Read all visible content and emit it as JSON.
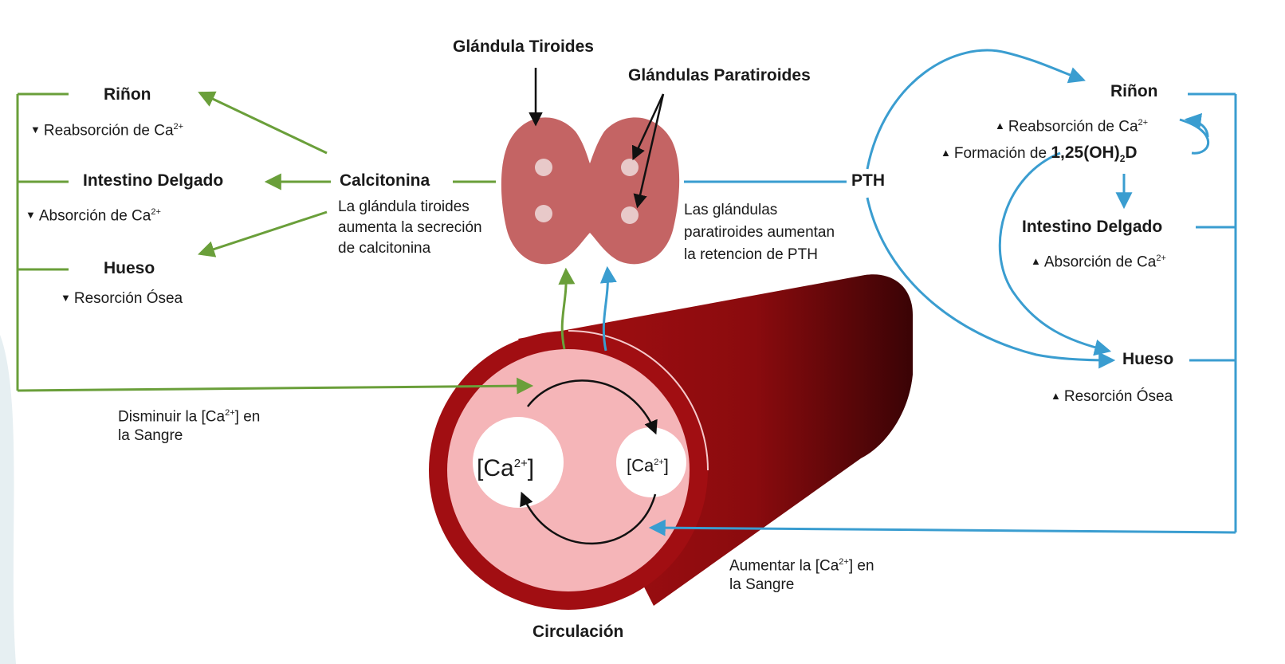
{
  "thyroid": {
    "title": "Glándula Tiroides",
    "parathyroid_title": "Glándulas Paratiroides"
  },
  "left": {
    "hormone": "Calcitonina",
    "hormone_desc": [
      "La glándula tiroides",
      "aumenta la secreción",
      "de calcitonina"
    ],
    "targets": [
      {
        "name": "Riñon",
        "effect_arrow": "▼",
        "effect": "Reabsorción de Ca",
        "effect_sup": "2+"
      },
      {
        "name": "Intestino Delgado",
        "effect_arrow": "▼",
        "effect": "Absorción de Ca",
        "effect_sup": "2+"
      },
      {
        "name": "Hueso",
        "effect_arrow": "▼",
        "effect": "Resorción Ósea",
        "effect_sup": ""
      }
    ],
    "result": [
      "Disminuir la [Ca",
      "2+",
      "] en",
      "la Sangre"
    ],
    "color": "#6a9f3a"
  },
  "right": {
    "hormone": "PTH",
    "hormone_desc": [
      "Las glándulas",
      "paratiroides aumentan",
      "la retencion de PTH"
    ],
    "kidney": {
      "name": "Riñon",
      "effect1_arrow": "▲",
      "effect1": "Reabsorción de Ca",
      "effect1_sup": "2+",
      "effect2_arrow": "▲",
      "effect2": "Formación de ",
      "effect2_bold": "1,25(OH)",
      "effect2_sub": "2",
      "effect2_end": "D"
    },
    "intestine": {
      "name": "Intestino Delgado",
      "effect_arrow": "▲",
      "effect": "Absorción de Ca",
      "effect_sup": "2+"
    },
    "bone": {
      "name": "Hueso",
      "effect_arrow": "▲",
      "effect": "Resorción Ósea"
    },
    "result": [
      "Aumentar la [Ca",
      "2+",
      "] en",
      "la Sangre"
    ],
    "color": "#3a9dd0"
  },
  "circulation": {
    "label": "Circulación",
    "ca_high": "[Ca",
    "ca_high_sup": "2+",
    "ca_high_end": "]",
    "ca_low": "[Ca",
    "ca_low_sup": "2+",
    "ca_low_end": "]"
  },
  "colors": {
    "vessel_dark": "#8b0a0a",
    "vessel_inner": "#f5b5b8",
    "gland": "#c46464",
    "gland_dot": "#e8c9c9"
  }
}
